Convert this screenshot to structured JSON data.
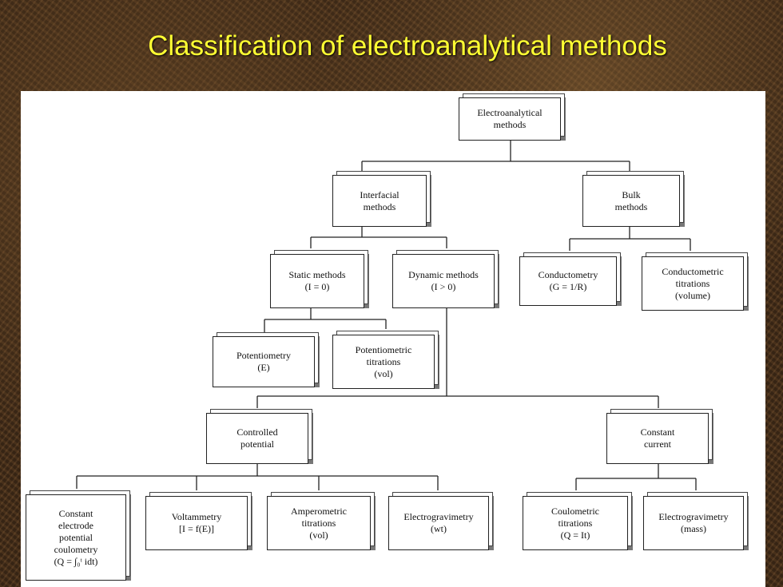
{
  "title": "Classification of electroanalytical methods",
  "nodes": {
    "root": [
      "Electroanalytical",
      "methods"
    ],
    "interfacial": [
      "Interfacial",
      "methods"
    ],
    "bulk": [
      "Bulk",
      "methods"
    ],
    "static": [
      "Static methods",
      "(I = 0)"
    ],
    "dynamic": [
      "Dynamic methods",
      "(I > 0)"
    ],
    "conductometry": [
      "Conductometry",
      "(G = 1/R)"
    ],
    "conductometric_titrations": [
      "Conductometric",
      "titrations",
      "(volume)"
    ],
    "potentiometry": [
      "Potentiometry",
      "(E)"
    ],
    "potentiometric_titrations": [
      "Potentiometric",
      "titrations",
      "(vol)"
    ],
    "controlled_potential": [
      "Controlled",
      "potential"
    ],
    "constant_current": [
      "Constant",
      "current"
    ],
    "cepc": [
      "Constant",
      "electrode",
      "potential",
      "coulometry",
      "(Q = ∫₀ᵗ idt)"
    ],
    "voltammetry": [
      "Voltammetry",
      "[I = f(E)]"
    ],
    "amperometric": [
      "Amperometric",
      "titrations",
      "(vol)"
    ],
    "electrogravimetry_wt": [
      "Electrogravimetry",
      "(wt)"
    ],
    "coulometric": [
      "Coulometric",
      "titrations",
      "(Q = It)"
    ],
    "electrogravimetry_mass": [
      "Electrogravimetry",
      "(mass)"
    ]
  }
}
